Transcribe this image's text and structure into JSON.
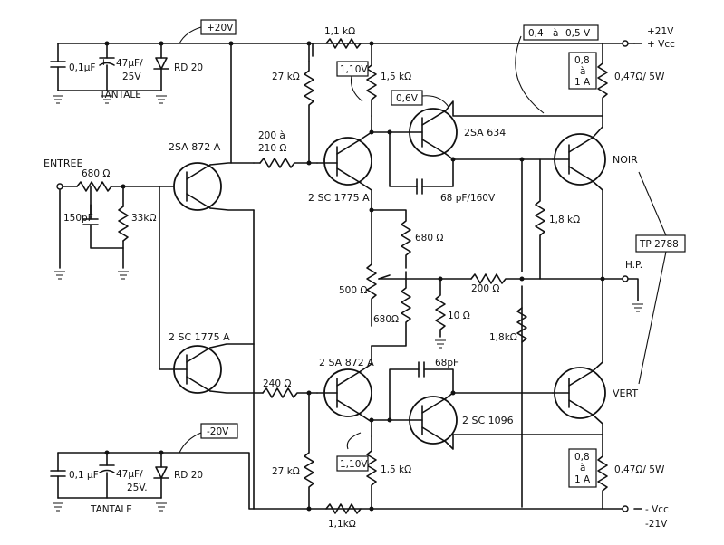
{
  "supply": {
    "pos_box": "+20V",
    "neg_box": "-20V",
    "pos_rail": "+21V",
    "pos_vcc": "+ Vcc",
    "neg_vcc": "- Vcc",
    "neg_rail": "-21V"
  },
  "input": {
    "label": "ENTREE",
    "r_series": "680 Ω",
    "c_shunt": "150pF",
    "r_shunt": "33kΩ"
  },
  "filter_top": {
    "c1": "0,1μF",
    "c2": "47μF/",
    "c2_v": "25V",
    "zener": "RD 20",
    "tantale": "TANTALE"
  },
  "filter_bottom": {
    "c1": "0,1 μF",
    "c2": "47μF/",
    "c2_v": "25V.",
    "zener": "RD 20",
    "tantale": "TANTALE"
  },
  "transistors": {
    "q1": "2SA 872 A",
    "q2": "2 SC 1775 A",
    "q3": "2 SC 1775 A",
    "q4": "2 SA 872 A",
    "q5": "2SA 634",
    "q6": "2 SC 1096",
    "q7": "NOIR",
    "q8": "VERT"
  },
  "components": {
    "r_top_11k": "1,1 kΩ",
    "r_bot_11k": "1,1kΩ",
    "r_27k_top": "27 kΩ",
    "r_27k_bot": "27 kΩ",
    "r_15k_top": "1,5 kΩ",
    "r_15k_bot": "1,5 kΩ",
    "v_110_top": "1,10V",
    "v_110_bot": "1,10V",
    "r_200a_1": "200 à",
    "r_200a_2": "210 Ω",
    "r_240": "240 Ω",
    "v_06": "0,6V",
    "c_68_top": "68 pF/160V",
    "c_68_bot": "68pF",
    "r_680_top": "680 Ω",
    "r_680_bot": "680Ω",
    "r_500": "500 Ω",
    "r_10": "10 Ω",
    "r_200": "200 Ω",
    "r_18k_top": "1,8 kΩ",
    "r_18k_bot": "1,8kΩ",
    "r_047_top": "0,47Ω/ 5W",
    "r_047_bot": "0,47Ω/ 5W",
    "bias_box_1": "0,4",
    "bias_box_2": "à",
    "bias_box_3": "0,5 V",
    "amp_top_1": "0,8",
    "amp_top_2": "à",
    "amp_top_3": "1 A",
    "amp_bot_1": "0,8",
    "amp_bot_2": "à",
    "amp_bot_3": "1 A",
    "output_device": "TP 2788",
    "hp": "H.P."
  }
}
